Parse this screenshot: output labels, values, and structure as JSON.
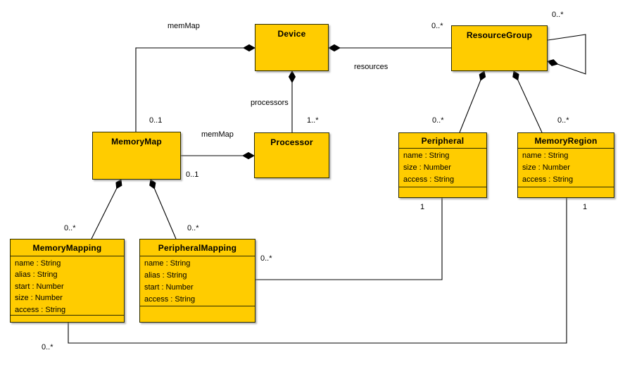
{
  "diagram": {
    "type": "uml-class-diagram",
    "colors": {
      "node_fill": "#FFCC00",
      "node_border": "#2B2B00",
      "edge": "#000000",
      "background": "#FFFFFF",
      "text": "#000000"
    },
    "classes": [
      {
        "name": "Device",
        "attributes": []
      },
      {
        "name": "ResourceGroup",
        "attributes": []
      },
      {
        "name": "MemoryMap",
        "attributes": []
      },
      {
        "name": "Processor",
        "attributes": []
      },
      {
        "name": "Peripheral",
        "attributes": [
          "name : String",
          "size : Number",
          "access : String"
        ]
      },
      {
        "name": "MemoryRegion",
        "attributes": [
          "name : String",
          "size : Number",
          "access : String"
        ]
      },
      {
        "name": "MemoryMapping",
        "attributes": [
          "name : String",
          "alias : String",
          "start : Number",
          "size : Number",
          "access : String"
        ]
      },
      {
        "name": "PeripheralMapping",
        "attributes": [
          "name : String",
          "alias : String",
          "start : Number",
          "access : String"
        ]
      }
    ],
    "edges": [
      {
        "from": "Device",
        "to": "MemoryMap",
        "kind": "composition",
        "label": "memMap",
        "multiplicity": "0..1"
      },
      {
        "from": "Device",
        "to": "Processor",
        "kind": "composition",
        "label": "processors",
        "multiplicity": "1..*"
      },
      {
        "from": "Device",
        "to": "ResourceGroup",
        "kind": "composition",
        "label": "resources",
        "multiplicity": "0..*"
      },
      {
        "from": "ResourceGroup",
        "to": "ResourceGroup",
        "kind": "composition",
        "multiplicity": "0..*"
      },
      {
        "from": "ResourceGroup",
        "to": "Peripheral",
        "kind": "composition",
        "multiplicity": "0..*"
      },
      {
        "from": "ResourceGroup",
        "to": "MemoryRegion",
        "kind": "composition",
        "multiplicity": "0..*"
      },
      {
        "from": "Processor",
        "to": "MemoryMap",
        "kind": "composition",
        "label": "memMap",
        "multiplicity": "0..1"
      },
      {
        "from": "MemoryMap",
        "to": "MemoryMapping",
        "kind": "composition",
        "multiplicity": "0..*"
      },
      {
        "from": "MemoryMap",
        "to": "PeripheralMapping",
        "kind": "composition",
        "multiplicity": "0..*"
      },
      {
        "from": "PeripheralMapping",
        "to": "Peripheral",
        "kind": "association",
        "multiplicities": [
          "0..*",
          "1"
        ]
      },
      {
        "from": "MemoryMapping",
        "to": "MemoryRegion",
        "kind": "association",
        "multiplicities": [
          "0..*",
          "1"
        ]
      }
    ],
    "labels": [
      {
        "text": "memMap"
      },
      {
        "text": "0..1"
      },
      {
        "text": "processors"
      },
      {
        "text": "1..*"
      },
      {
        "text": "resources"
      },
      {
        "text": "0..*"
      },
      {
        "text": "0..*"
      },
      {
        "text": "0..*"
      },
      {
        "text": "0..*"
      },
      {
        "text": "memMap"
      },
      {
        "text": "0..1"
      },
      {
        "text": "0..*"
      },
      {
        "text": "0..*"
      },
      {
        "text": "0..*"
      },
      {
        "text": "1"
      },
      {
        "text": "1"
      },
      {
        "text": "0..*"
      }
    ]
  }
}
